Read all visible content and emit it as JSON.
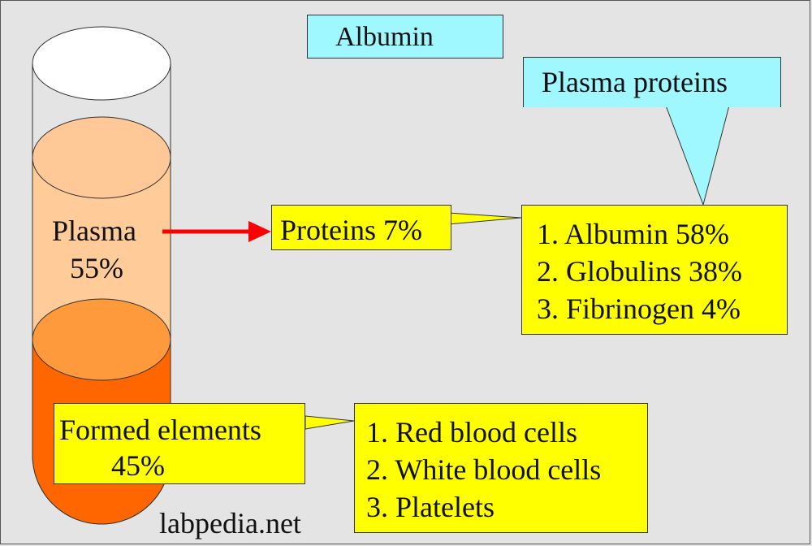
{
  "title_box": "Albumin",
  "callout_plasma_proteins": "Plasma proteins",
  "tube": {
    "plasma_label": "Plasma",
    "plasma_percent": "55%"
  },
  "proteins_box": "Proteins 7%",
  "protein_list": [
    "1. Albumin 58%",
    "2. Globulins 38%",
    "3. Fibrinogen 4%"
  ],
  "formed_box": {
    "label": "Formed elements",
    "percent": "45%"
  },
  "formed_list": [
    "1. Red blood cells",
    "2. White blood cells",
    "3. Platelets"
  ],
  "watermark": "labpedia.net",
  "colors": {
    "background": "#e4e4e4",
    "cyan_box": "#9ff7ff",
    "yellow_box": "#ffff00",
    "plasma": "#ffcc99",
    "plasma_top": "#ffc896",
    "formed_top": "#ff9a3c",
    "formed": "#ff6600",
    "arrow": "#ff0000"
  }
}
